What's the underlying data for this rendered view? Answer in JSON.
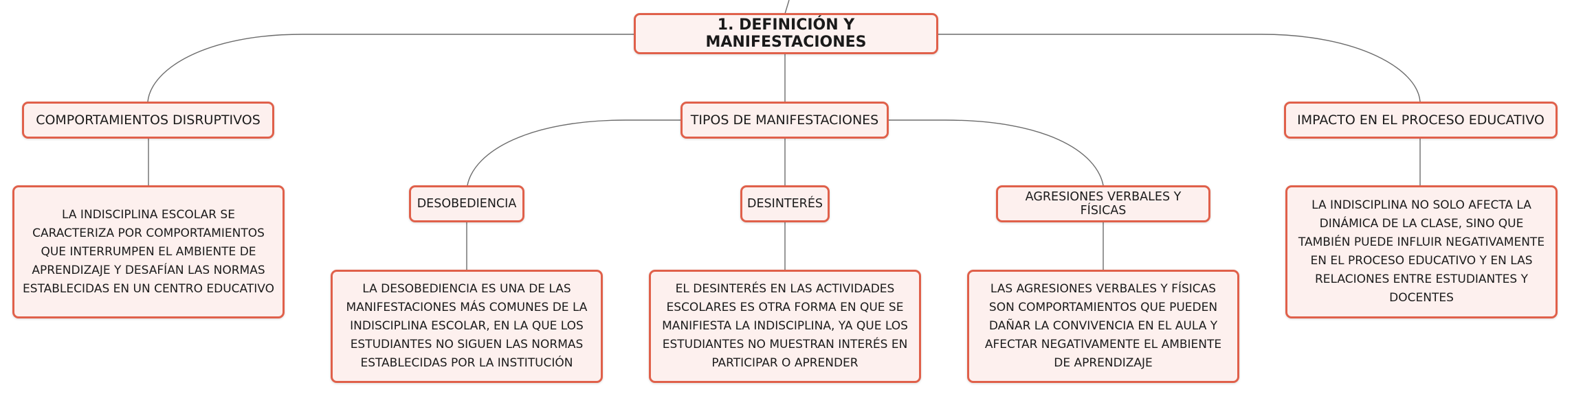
{
  "colors": {
    "border": "#e0604a",
    "fill": "#fdf0ee",
    "line": "#6b6b6b"
  },
  "mindmap": {
    "root": {
      "label": "1. DEFINICIÓN Y MANIFESTACIONES"
    },
    "branches": [
      {
        "label": "COMPORTAMIENTOS DISRUPTIVOS",
        "description": "LA INDISCIPLINA ESCOLAR SE CARACTERIZA POR COMPORTAMIENTOS QUE INTERRUMPEN EL AMBIENTE DE APRENDIZAJE Y DESAFÍAN LAS NORMAS ESTABLECIDAS EN UN CENTRO EDUCATIVO"
      },
      {
        "label": "TIPOS DE MANIFESTACIONES",
        "children": [
          {
            "label": "DESOBEDIENCIA",
            "description": "LA DESOBEDIENCIA ES UNA DE LAS MANIFESTACIONES MÁS COMUNES DE LA INDISCIPLINA ESCOLAR, EN LA QUE LOS ESTUDIANTES NO SIGUEN LAS NORMAS ESTABLECIDAS POR LA INSTITUCIÓN"
          },
          {
            "label": "DESINTERÉS",
            "description": "EL DESINTERÉS EN LAS ACTIVIDADES ESCOLARES ES OTRA FORMA EN QUE SE MANIFIESTA LA INDISCIPLINA, YA QUE LOS ESTUDIANTES NO MUESTRAN INTERÉS EN PARTICIPAR O APRENDER"
          },
          {
            "label": "AGRESIONES VERBALES Y FÍSICAS",
            "description": "LAS AGRESIONES VERBALES Y FÍSICAS SON COMPORTAMIENTOS QUE PUEDEN DAÑAR LA CONVIVENCIA EN EL AULA Y AFECTAR NEGATIVAMENTE EL AMBIENTE DE APRENDIZAJE"
          }
        ]
      },
      {
        "label": "IMPACTO EN EL PROCESO EDUCATIVO",
        "description": "LA INDISCIPLINA NO SOLO AFECTA LA DINÁMICA DE LA CLASE, SINO QUE TAMBIÉN PUEDE INFLUIR NEGATIVAMENTE EN EL PROCESO EDUCATIVO Y EN LAS RELACIONES ENTRE ESTUDIANTES Y DOCENTES"
      }
    ]
  }
}
